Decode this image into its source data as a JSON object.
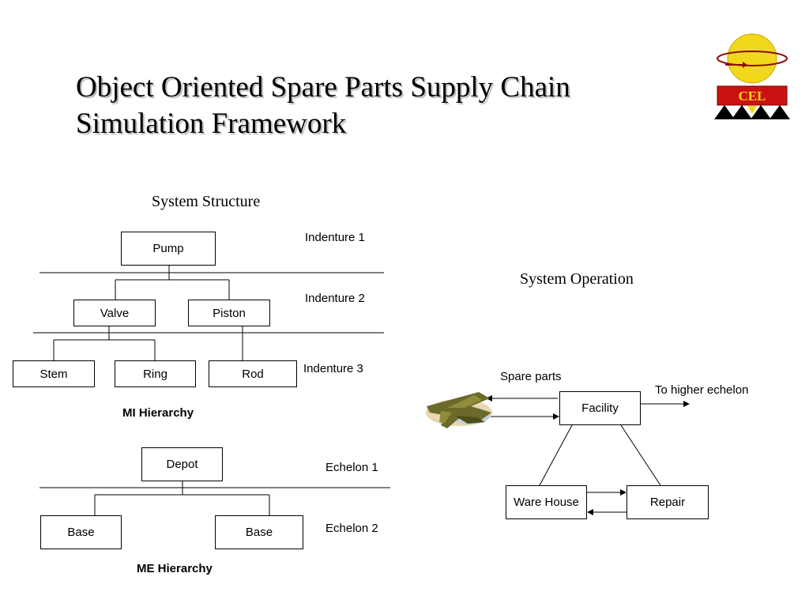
{
  "title": "Object Oriented Spare Parts Supply Chain Simulation Framework",
  "logo": {
    "text": "CEL",
    "colors": {
      "globe": "#f2d81a",
      "banner": "#cc1111",
      "banner_text": "#f2d81a",
      "triangles": "#000000"
    }
  },
  "system_structure": {
    "heading": "System Structure",
    "mi_hierarchy": {
      "caption": "MI Hierarchy",
      "levels": [
        "Indenture 1",
        "Indenture 2",
        "Indenture 3"
      ],
      "nodes": {
        "pump": "Pump",
        "valve": "Valve",
        "piston": "Piston",
        "stem": "Stem",
        "ring": "Ring",
        "rod": "Rod"
      }
    },
    "me_hierarchy": {
      "caption": "ME Hierarchy",
      "levels": [
        "Echelon 1",
        "Echelon 2"
      ],
      "nodes": {
        "depot": "Depot",
        "base_left": "Base",
        "base_right": "Base"
      }
    }
  },
  "system_operation": {
    "heading": "System Operation",
    "spare_parts_label": "Spare parts",
    "higher_echelon_label": "To higher echelon",
    "nodes": {
      "facility": "Facility",
      "warehouse": "Ware House",
      "repair": "Repair"
    },
    "icon": "fighter-jet-icon"
  }
}
